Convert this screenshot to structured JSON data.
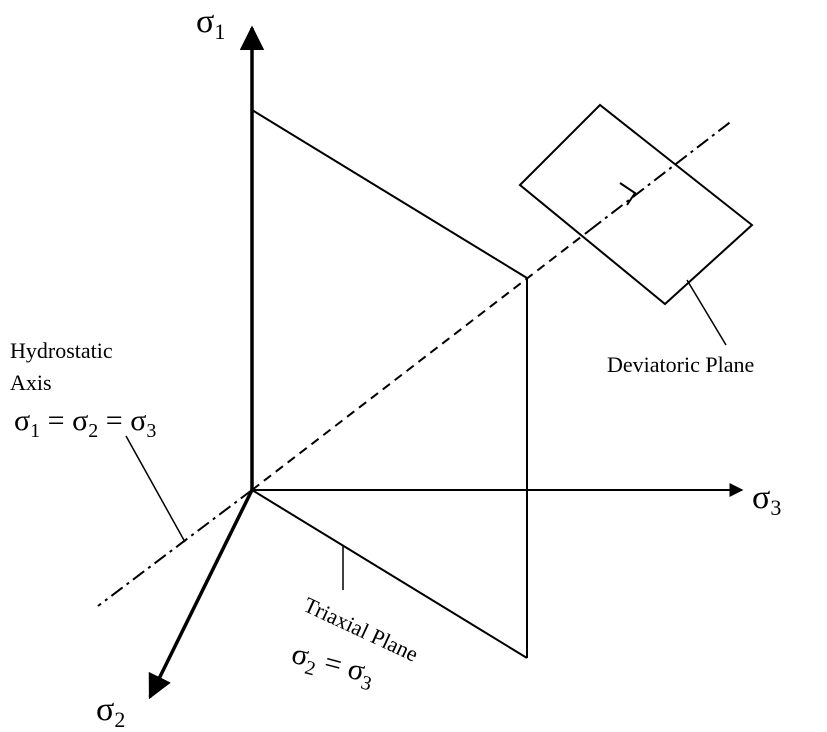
{
  "axes": {
    "sigma1": {
      "symbol": "σ",
      "subscript": "1"
    },
    "sigma2": {
      "symbol": "σ",
      "subscript": "2"
    },
    "sigma3": {
      "symbol": "σ",
      "subscript": "3"
    }
  },
  "labels": {
    "hydrostatic_line1": "Hydrostatic",
    "hydrostatic_line2": "Axis",
    "hydrostatic_equation": {
      "s1": "σ",
      "sub1": "1",
      "eq1": " = ",
      "s2": "σ",
      "sub2": "2",
      "eq2": " = ",
      "s3": "σ",
      "sub3": "3"
    },
    "deviatoric_plane": "Deviatoric Plane",
    "triaxial_plane": "Triaxial Plane",
    "triaxial_equation": {
      "s2": "σ",
      "sub2": "2",
      "eq": " = ",
      "s3": "σ",
      "sub3": "3"
    }
  },
  "colors": {
    "ink": "#000000",
    "background": "#ffffff"
  }
}
